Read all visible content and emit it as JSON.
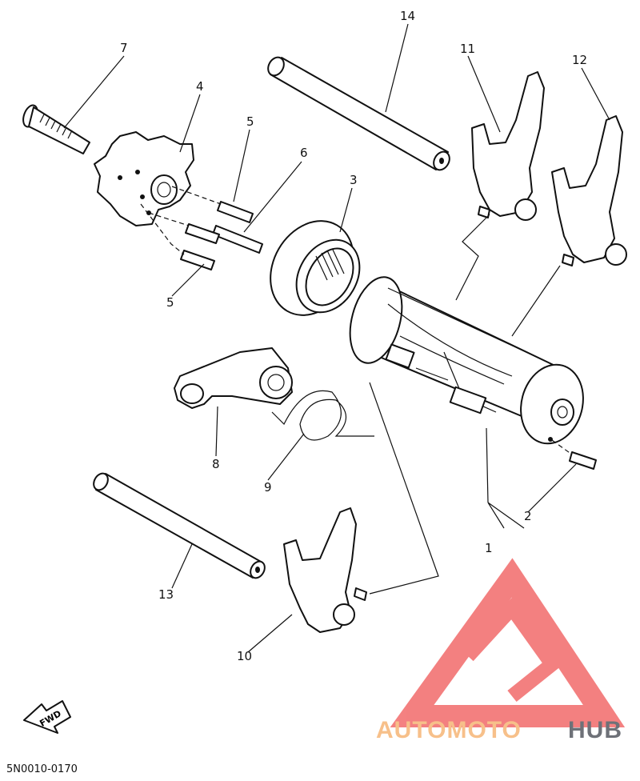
{
  "diagram": {
    "callouts": [
      {
        "id": "c1",
        "label": "1"
      },
      {
        "id": "c2",
        "label": "2"
      },
      {
        "id": "c3",
        "label": "3"
      },
      {
        "id": "c4",
        "label": "4"
      },
      {
        "id": "c5a",
        "label": "5"
      },
      {
        "id": "c5b",
        "label": "5"
      },
      {
        "id": "c6",
        "label": "6"
      },
      {
        "id": "c7",
        "label": "7"
      },
      {
        "id": "c8",
        "label": "8"
      },
      {
        "id": "c9",
        "label": "9"
      },
      {
        "id": "c10",
        "label": "10"
      },
      {
        "id": "c11",
        "label": "11"
      },
      {
        "id": "c12",
        "label": "12"
      },
      {
        "id": "c13",
        "label": "13"
      },
      {
        "id": "c14",
        "label": "14"
      }
    ],
    "fwd_label": "FWD",
    "diagram_code": "5N0010-0170"
  },
  "watermark": {
    "text_part1": "AUTOMOTO",
    "text_part2": "HUB",
    "color_part1": "#f7c08a",
    "color_part2": "#6e7178",
    "logo_color": "#f26b6b"
  }
}
